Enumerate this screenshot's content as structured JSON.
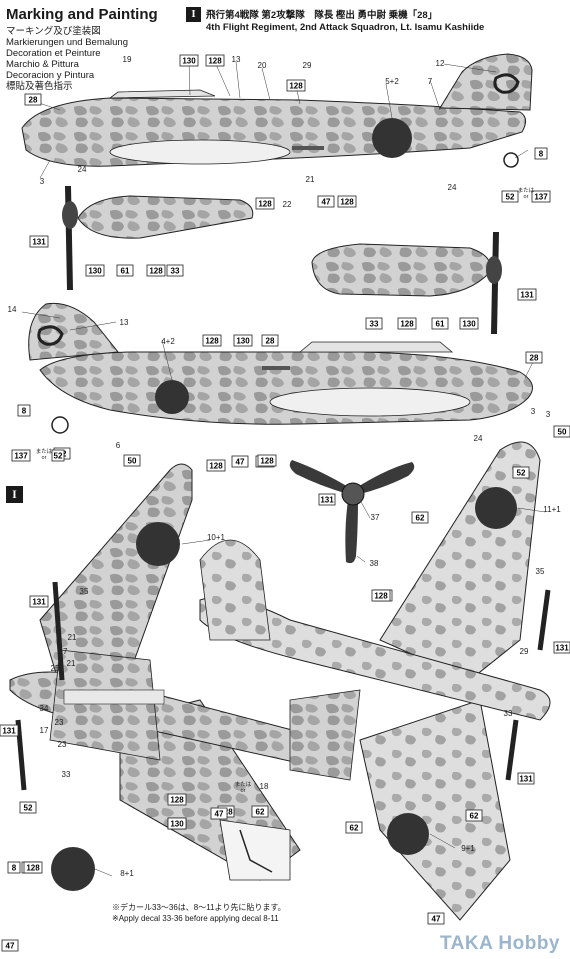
{
  "header": {
    "title": "Marking and Painting",
    "subtitles": [
      "マーキング及び塗装図",
      "Markierungen und Bemalung",
      "Decoration et Peinture",
      "Marchio & Pittura",
      "Decoracion y Pintura",
      "標貼及著色指示"
    ]
  },
  "scheme": {
    "badge": "I",
    "title_jp": "飛行第4戦隊 第2攻撃隊　隊長 樫出 勇中尉 乗機「28」",
    "title_en": "4th Flight Regiment, 2nd Attack Squadron, Lt. Isamu Kashiide"
  },
  "callouts": {
    "boxed": [
      "28",
      "130",
      "128",
      "128",
      "131",
      "130",
      "61",
      "128",
      "33",
      "128",
      "47",
      "128",
      "131",
      "33",
      "128",
      "61",
      "130",
      "8",
      "137",
      "52",
      "28",
      "128",
      "130",
      "28",
      "131",
      "128",
      "52",
      "128",
      "47",
      "128",
      "52",
      "131",
      "128",
      "62",
      "47",
      "137",
      "52",
      "8",
      "128",
      "130",
      "128",
      "128",
      "131",
      "131",
      "131",
      "128",
      "130",
      "8",
      "128",
      "62",
      "52",
      "62",
      "47",
      "50",
      "50",
      "62",
      "47"
    ],
    "plain": [
      "19",
      "13",
      "20",
      "29",
      "5+2",
      "7",
      "12",
      "3",
      "24",
      "21",
      "22",
      "24",
      "14",
      "13",
      "4+2",
      "6",
      "24",
      "3",
      "11+1",
      "10+1",
      "35",
      "17",
      "25",
      "21",
      "23",
      "34",
      "17",
      "23",
      "33",
      "8+1",
      "9+1",
      "35",
      "29",
      "33",
      "37",
      "38",
      "18",
      "3",
      "21"
    ],
    "or_label": "または",
    "or_label_en": "or"
  },
  "notes": {
    "jp": "※デカール33〜36は、8〜11より先に貼ります。",
    "en": "※Apply decal 33-36 before applying decal 8-11"
  },
  "watermark": "TAKA Hobby"
}
